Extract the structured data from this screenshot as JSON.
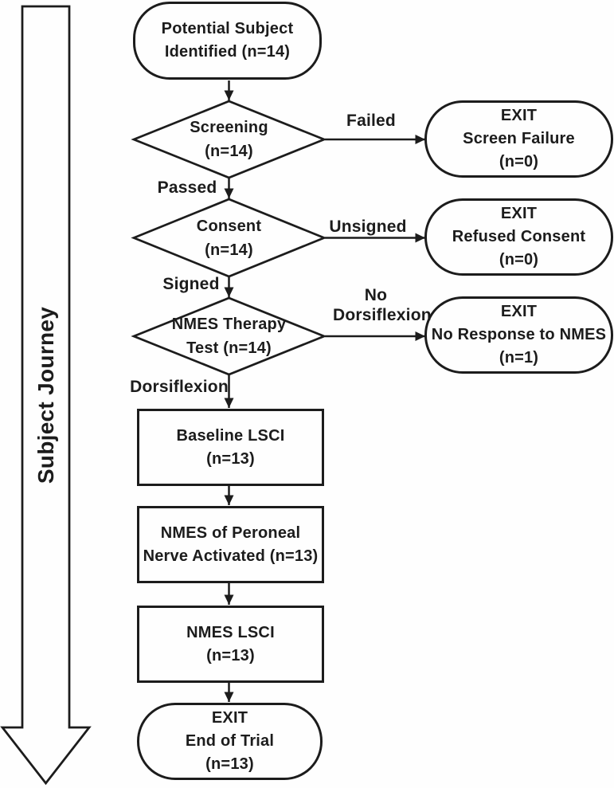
{
  "journey": {
    "label": "Subject Journey"
  },
  "nodes": {
    "start": {
      "lines": [
        "Potential Subject",
        "Identified (n=14)"
      ]
    },
    "screening": {
      "lines": [
        "Screening",
        "(n=14)"
      ]
    },
    "exit_screen_failure": {
      "lines": [
        "EXIT",
        "Screen Failure",
        "(n=0)"
      ]
    },
    "consent": {
      "lines": [
        "Consent",
        "(n=14)"
      ]
    },
    "exit_refused_consent": {
      "lines": [
        "EXIT",
        "Refused Consent",
        "(n=0)"
      ]
    },
    "nmes_test": {
      "lines": [
        "NMES Therapy",
        "Test (n=14)"
      ]
    },
    "exit_no_response": {
      "lines": [
        "EXIT",
        "No Response to NMES",
        "(n=1)"
      ]
    },
    "baseline_lsci": {
      "lines": [
        "Baseline LSCI",
        "(n=13)"
      ]
    },
    "nmes_peroneal": {
      "lines": [
        "NMES of Peroneal",
        "Nerve Activated (n=13)"
      ]
    },
    "nmes_lsci": {
      "lines": [
        "NMES LSCI",
        "(n=13)"
      ]
    },
    "exit_end_of_trial": {
      "lines": [
        "EXIT",
        "End of Trial",
        "(n=13)"
      ]
    }
  },
  "edge_labels": {
    "failed": "Failed",
    "passed": "Passed",
    "unsigned": "Unsigned",
    "signed": "Signed",
    "no_dorsiflexion": {
      "line1": "No",
      "line2": "Dorsiflexion"
    },
    "dorsiflexion": "Dorsiflexion"
  },
  "colors": {
    "stroke": "#1c1c1c",
    "text": "#1c1c1c",
    "background": "#fefefe"
  }
}
